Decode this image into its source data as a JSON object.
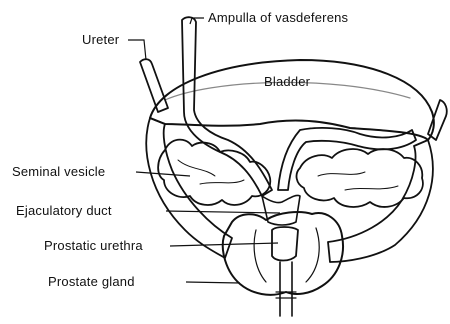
{
  "labels": {
    "ampulla": "Ampulla of vasdeferens",
    "ureter": "Ureter",
    "bladder": "Bladder",
    "seminal_vesicle": "Seminal vesicle",
    "ejaculatory_duct": "Ejaculatory duct",
    "prostatic_urethra": "Prostatic urethra",
    "prostate_gland": "Prostate gland"
  }
}
